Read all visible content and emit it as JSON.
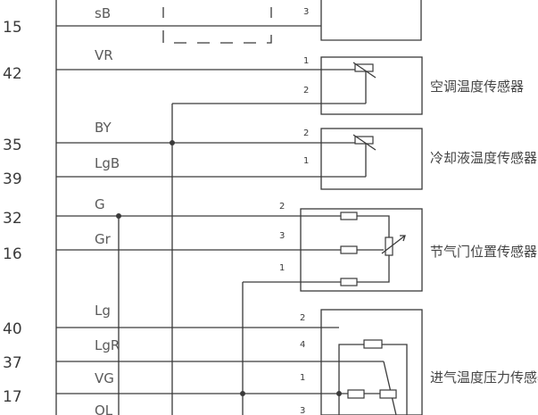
{
  "pins": {
    "p15": "15",
    "p42": "42",
    "p35": "35",
    "p39": "39",
    "p32": "32",
    "p16": "16",
    "p40": "40",
    "p37": "37",
    "p17": "17"
  },
  "wires": {
    "sB": "sB",
    "VR": "VR",
    "BY": "BY",
    "LgB": "LgB",
    "G": "G",
    "Gr": "Gr",
    "Lg": "Lg",
    "LgR": "LgR",
    "VG": "VG",
    "OL": "OL"
  },
  "terminals": {
    "top": "3",
    "ac_1": "1",
    "ac_2": "2",
    "cool_2": "2",
    "cool_1": "1",
    "thr_2": "2",
    "thr_3": "3",
    "thr_1": "1",
    "in_2": "2",
    "in_4": "4",
    "in_1": "1",
    "in_3": "3"
  },
  "sensors": {
    "ac_temp": "空调温度传感器",
    "coolant_temp": "冷却液温度传感器",
    "throttle_pos": "节气门位置传感器",
    "intake_temp_press": "进气温度压力传感器"
  }
}
